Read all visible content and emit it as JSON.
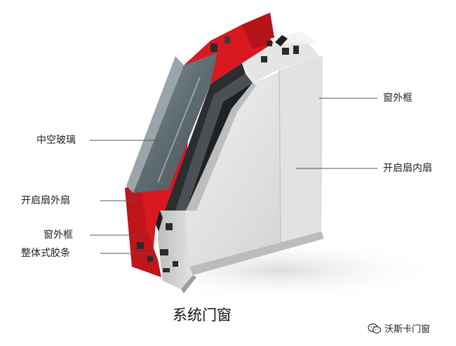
{
  "colors": {
    "frame_red": "#d81920",
    "frame_red_dark": "#8a0f12",
    "aluminum": "#d8d8d8",
    "aluminum_light": "#ececec",
    "glass": "#6f7b80",
    "label_text": "#1f1f1f"
  },
  "labels": {
    "insulated_glass": "中空玻璃",
    "outer_opening_sash": "开启扇外扇",
    "outer_frame_left": "窗外框",
    "integrated_gasket": "整体式胶条",
    "outer_frame_right": "窗外框",
    "inner_opening_sash": "开启扇内扇"
  },
  "caption": "系统门窗",
  "watermark": {
    "icon": "wechat-icon",
    "text": "沃斯卡门窗"
  }
}
